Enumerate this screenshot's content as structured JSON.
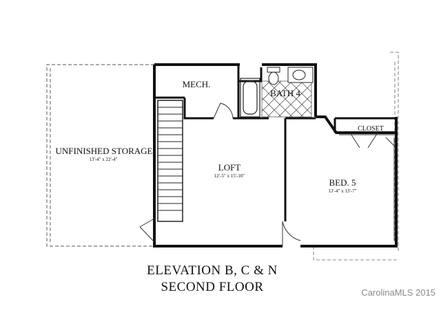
{
  "rooms": {
    "mech": {
      "label": "MECH."
    },
    "bath": {
      "label": "BATH 4"
    },
    "closet": {
      "label": "CLOSET"
    },
    "storage": {
      "label": "UNFINISHED STORAGE",
      "dims": "13'-4\" x 22'-4\""
    },
    "loft": {
      "label": "LOFT",
      "dims": "12'-5\" x 15'-10\""
    },
    "bed": {
      "label": "BED. 5",
      "dims": "13'-4\" x 13'-7\""
    }
  },
  "caption": {
    "line1": "ELEVATION B, C & N",
    "line2": "SECOND FLOOR"
  },
  "watermark": "CarolinaMLS 2015"
}
